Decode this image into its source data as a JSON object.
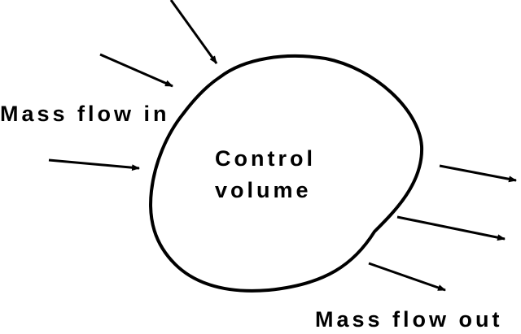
{
  "labels": {
    "mass_flow_in": "Mass flow in",
    "control_volume_line1": "Control",
    "control_volume_line2": "volume",
    "mass_flow_out": "Mass flow out"
  },
  "colors": {
    "ink": "#000000",
    "background": "#ffffff"
  }
}
